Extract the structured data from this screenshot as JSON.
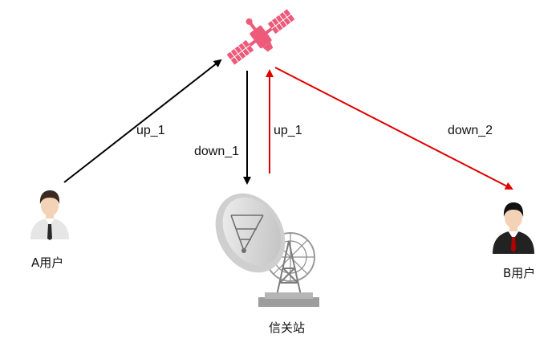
{
  "nodes": {
    "satellite": {
      "icon": "satellite-icon"
    },
    "user_a": {
      "label": "A用户",
      "icon": "user-icon"
    },
    "user_b": {
      "label": "B用户",
      "icon": "businessman-icon"
    },
    "gateway": {
      "label": "信关站",
      "icon": "satellite-dish-icon"
    }
  },
  "links": {
    "a_up": {
      "label": "up_1",
      "color": "#000000"
    },
    "sat_down_gateway": {
      "label": "down_1",
      "color": "#000000"
    },
    "gateway_up": {
      "label": "up_1",
      "color": "#e00000"
    },
    "sat_down_b": {
      "label": "down_2",
      "color": "#e00000"
    }
  },
  "colors": {
    "satellite": "#ee5b7a",
    "skin": "#f3d2b6",
    "hair": "#3a2a22",
    "shirt_a": "#e6e6e6",
    "suit_b": "#222222",
    "dish": "#cfcfcf"
  }
}
